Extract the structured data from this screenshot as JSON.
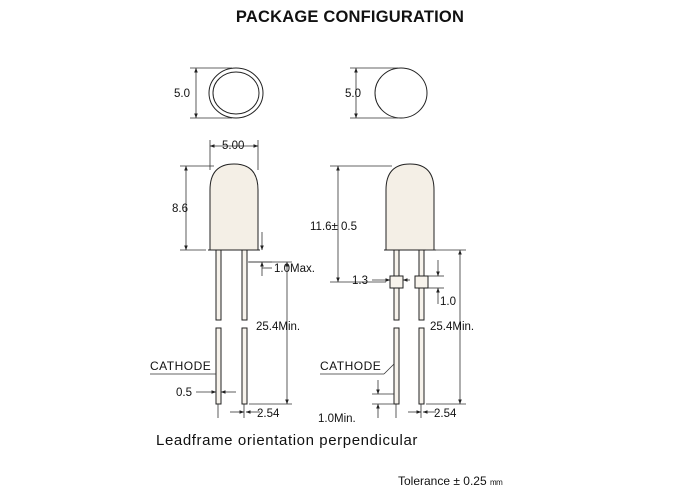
{
  "title": "PACKAGE CONFIGURATION",
  "caption": "Leadframe orientation perpendicular",
  "tolerance": {
    "label": "Tolerance",
    "value": "± 0.25",
    "unit": "mm"
  },
  "left_view": {
    "top_diameter": "5.0",
    "body_width": "5.00",
    "body_height": "8.6",
    "lead_stop": "1.0Max.",
    "lead_length": "25.4Min.",
    "cathode_label": "CATHODE",
    "lead_width": "0.5",
    "lead_spacing": "2.54"
  },
  "right_view": {
    "top_diameter": "5.0",
    "body_height": "11.6± 0.5",
    "tab_width": "1.3",
    "tab_height": "1.0",
    "lead_length": "25.4Min.",
    "cathode_label": "CATHODE",
    "lead_min": "1.0Min.",
    "lead_spacing": "2.54"
  }
}
